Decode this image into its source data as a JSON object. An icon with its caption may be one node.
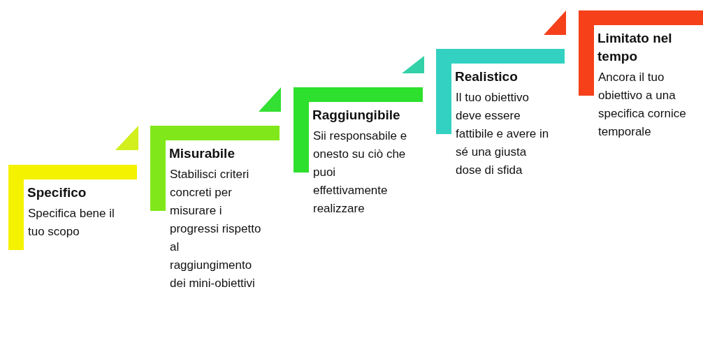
{
  "diagram": {
    "nodes": [
      {
        "text": [
          "Specifico",
          "Specifica bene il tuo scopo"
        ]
      },
      {
        "text": [
          "Misurabile",
          "Stabilisci criteri concreti per misurare i progressi rispetto al raggiungimento dei mini-obiettivi"
        ]
      },
      {
        "text": [
          "Raggiungibile",
          "Sii responsabile e onesto su ciò che puoi effettivamente realizzare"
        ]
      },
      {
        "text": [
          "Realistico",
          "Il tuo obiettivo deve essere fattibile e avere in sé una giusta dose di sfida"
        ]
      },
      {
        "text": [
          "Limitato nel tempo",
          "Ancora il tuo obiettivo a una specifica cornice temporale"
        ]
      }
    ]
  }
}
